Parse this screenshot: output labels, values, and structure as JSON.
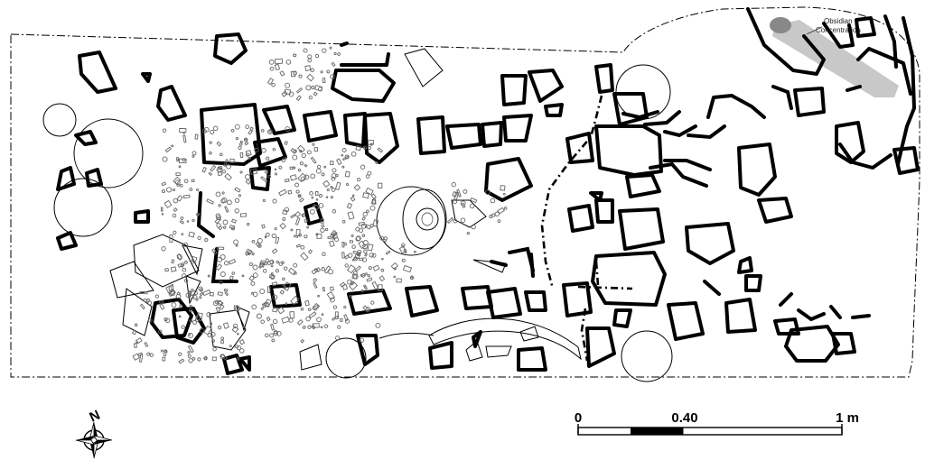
{
  "annotation": {
    "line1": "Obsidian",
    "line2": "Concentration"
  },
  "north_arrow": {
    "label": "N"
  },
  "scale_bar": {
    "label_start": "0",
    "label_mid": "0.40",
    "label_end": "1 m"
  }
}
